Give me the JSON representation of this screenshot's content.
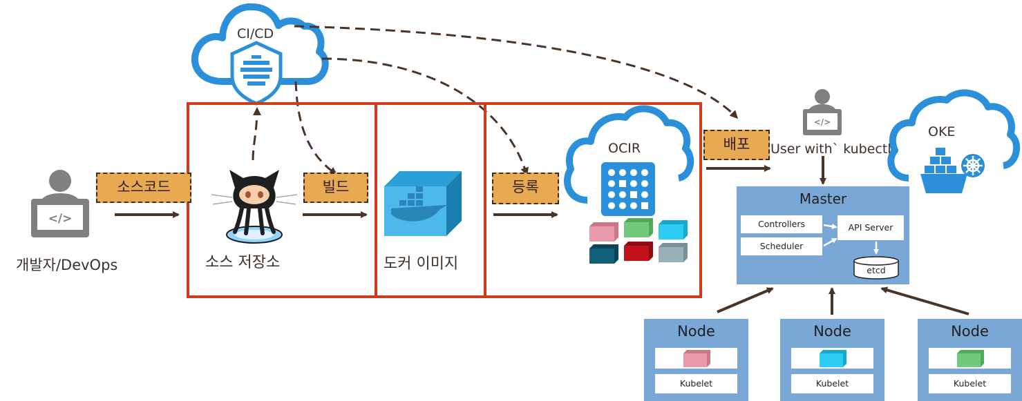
{
  "developer": {
    "label": "개발자/DevOps"
  },
  "cicd": {
    "label": "CI/CD"
  },
  "steps": {
    "source_code": "소스코드",
    "build": "빌드",
    "register": "등록",
    "deploy": "배포"
  },
  "source_repo": {
    "label": "소스 저장소"
  },
  "docker_image": {
    "label": "도커 이미지"
  },
  "ocir": {
    "label": "OCIR"
  },
  "user": {
    "label": "User with` kubectl"
  },
  "oke": {
    "label": "OKE"
  },
  "master": {
    "title": "Master",
    "controllers": "Controllers",
    "scheduler": "Scheduler",
    "api_server": "API Server",
    "etcd": "etcd"
  },
  "nodes": [
    {
      "title": "Node",
      "kubelet": "Kubelet",
      "container_color": "#e99aaa"
    },
    {
      "title": "Node",
      "kubelet": "Kubelet",
      "container_color": "#2ecbf2"
    },
    {
      "title": "Node",
      "kubelet": "Kubelet",
      "container_color": "#72c87b"
    }
  ],
  "colors": {
    "frame": "#d03a1c",
    "tag": "#e7a952",
    "cloud": "#2b8fd9",
    "panel": "#7aa8d6",
    "arrow": "#4a3426"
  }
}
